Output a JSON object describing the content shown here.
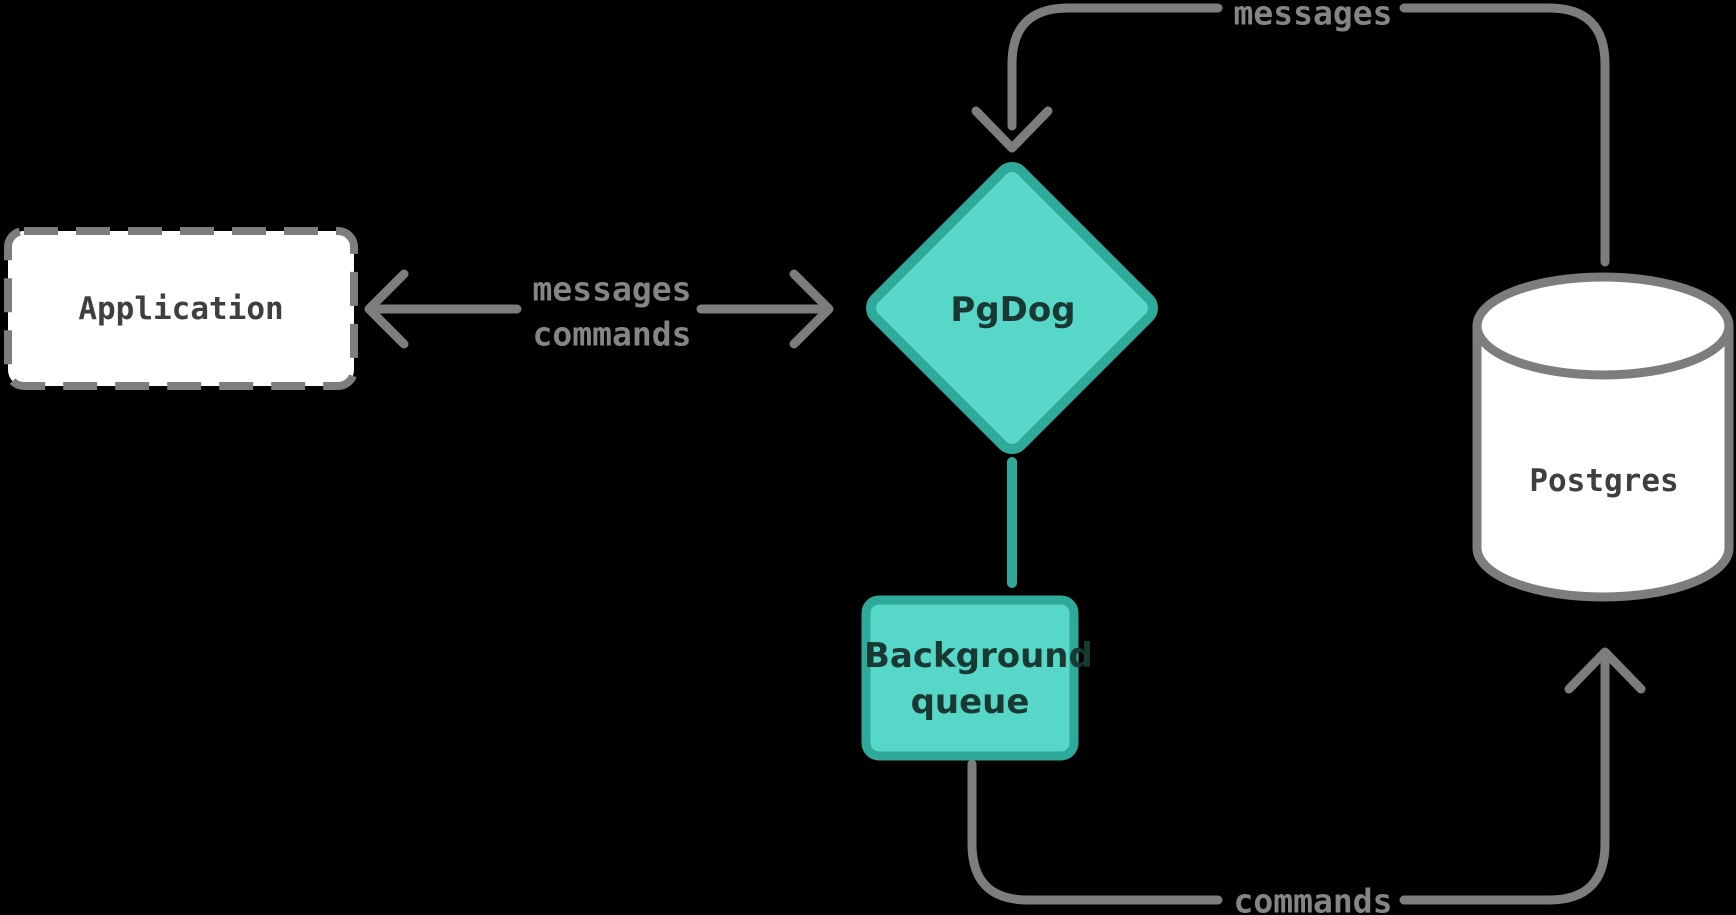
{
  "diagram": {
    "type": "flow-diagram",
    "background": "#000000",
    "nodes": {
      "application": {
        "label": "Application",
        "shape": "dashed-rectangle",
        "fill": "#ffffff",
        "border": "#7d7d7d"
      },
      "pgdog": {
        "label": "PgDog",
        "shape": "diamond",
        "fill": "#57d7c7",
        "border": "#2fa99a"
      },
      "background_queue": {
        "label": "Background queue",
        "shape": "rectangle",
        "fill": "#57d7c7",
        "border": "#2fa99a"
      },
      "postgres": {
        "label": "Postgres",
        "shape": "cylinder",
        "fill": "#ffffff",
        "border": "#7d7d7d"
      }
    },
    "edges": {
      "postgres_to_pgdog": {
        "from": "postgres",
        "to": "pgdog",
        "label": "messages",
        "color": "#7d7d7d"
      },
      "application_pgdog": {
        "from": "application",
        "to": "pgdog",
        "bidirectional": true,
        "labels": [
          "messages",
          "commands"
        ],
        "color": "#7d7d7d"
      },
      "pgdog_to_queue": {
        "from": "pgdog",
        "to": "background_queue",
        "label": "",
        "color": "#2fa99a"
      },
      "queue_to_postgres": {
        "from": "background_queue",
        "to": "postgres",
        "label": "commands",
        "color": "#7d7d7d"
      }
    },
    "colors": {
      "edge_gray": "#7d7d7d",
      "edge_label_gray": "#858585",
      "teal_fill": "#57d7c7",
      "teal_border": "#2fa99a",
      "node_text_dark": "#1a3832",
      "node_text_gray": "#3f3f3f"
    }
  }
}
